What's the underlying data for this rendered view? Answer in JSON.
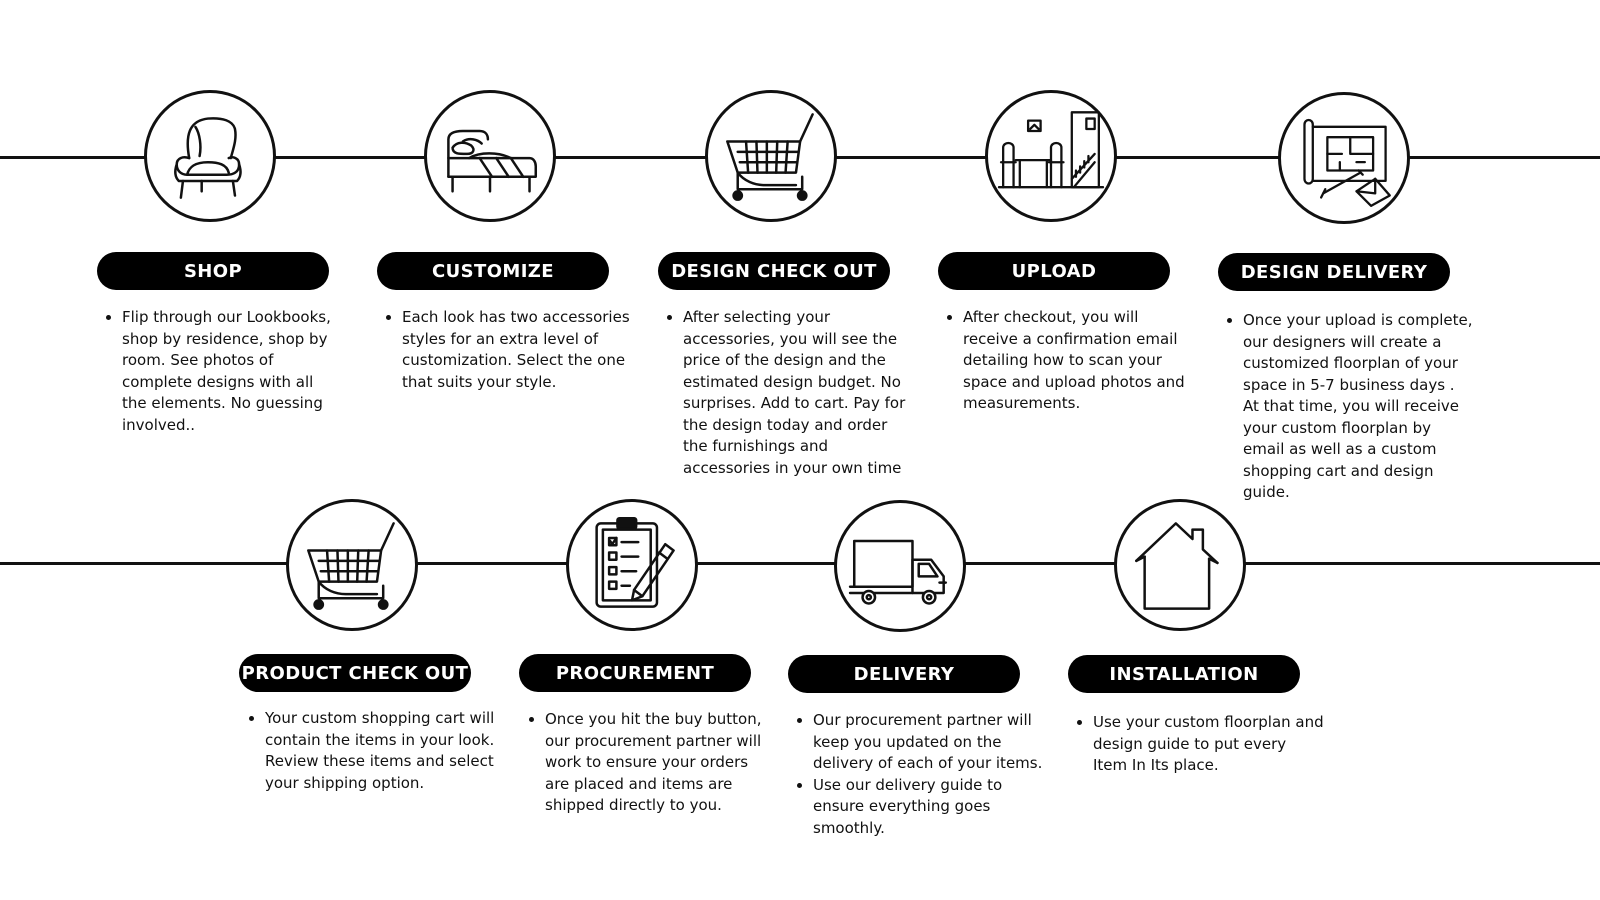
{
  "steps_row1": [
    {
      "title": "SHOP",
      "icon": "armchair-icon",
      "bullets": [
        "Flip through our Lookbooks, shop by residence, shop by room. See photos of complete designs with all the elements. No guessing involved.."
      ]
    },
    {
      "title": "CUSTOMIZE",
      "icon": "bed-icon",
      "bullets": [
        "Each look has two accessories styles for an extra level of customization. Select the one that suits your style."
      ]
    },
    {
      "title": "DESIGN CHECK OUT",
      "icon": "shopping-cart-icon",
      "bullets": [
        "After selecting your accessories, you will see the price of the design and the estimated design budget. No surprises. Add to cart. Pay for the design today and order the furnishings and accessories in your own time"
      ]
    },
    {
      "title": "UPLOAD",
      "icon": "room-interior-icon",
      "bullets": [
        "After checkout, you will receive a confirmation email detailing how to scan your space and upload photos and measurements."
      ]
    },
    {
      "title": "DESIGN DELIVERY",
      "icon": "floorplan-envelope-icon",
      "bullets": [
        "Once your upload is complete, our designers will create a customized floorplan of your space in 5-7 business days . At that time, you will receive your custom floorplan by email as well as a custom shopping cart and design guide."
      ]
    }
  ],
  "steps_row2": [
    {
      "title": "PRODUCT CHECK OUT",
      "icon": "shopping-cart-icon",
      "bullets": [
        "Your custom shopping cart will contain the items in your look. Review these items and select your shipping option."
      ]
    },
    {
      "title": "PROCUREMENT",
      "icon": "clipboard-checklist-icon",
      "bullets": [
        " Once you hit the buy button, our procurement partner will work to ensure your orders are placed and items are shipped directly to you."
      ]
    },
    {
      "title": "DELIVERY",
      "icon": "delivery-truck-icon",
      "bullets": [
        "Our procurement partner will keep you updated on the delivery of each of your items.",
        "Use our delivery guide to ensure everything goes smoothly."
      ]
    },
    {
      "title": "INSTALLATION",
      "icon": "house-icon",
      "bullets": [
        "Use your custom floorplan and design guide to put every Item In Its place."
      ]
    }
  ]
}
